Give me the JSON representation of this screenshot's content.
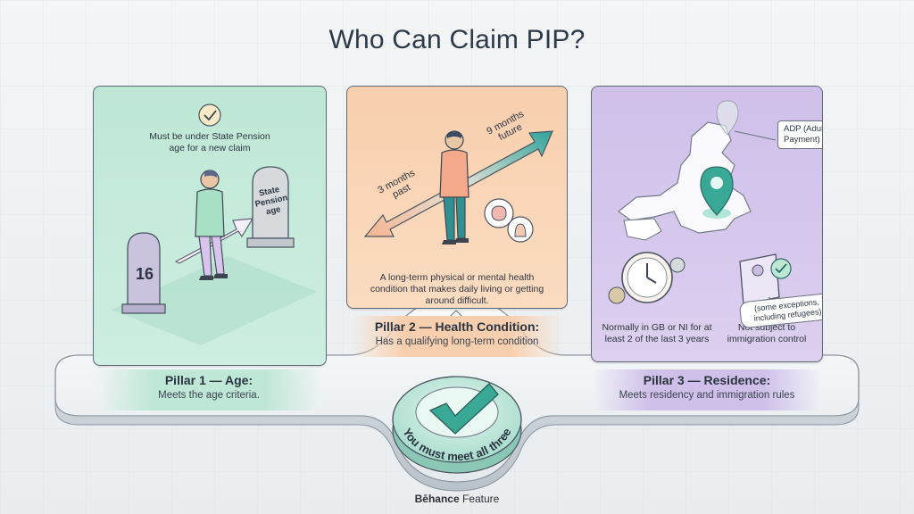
{
  "title": "Who Can Claim PIP?",
  "pillar1": {
    "note": "Must be under State Pension age for a new claim",
    "milestone_16": "16",
    "milestone_pension": [
      "State",
      "Pension",
      "age"
    ],
    "heading": "Pillar 1 — Age:",
    "subtext": "Meets the age criteria."
  },
  "pillar2": {
    "past_label": [
      "3 months",
      "past"
    ],
    "future_label": [
      "9 months",
      "future"
    ],
    "description": "A long-term physical or mental health condition that makes daily living or getting around difficult.",
    "heading": "Pillar 2 — Health Condition:",
    "subtext": "Has a qualifying long-term condition"
  },
  "pillar3": {
    "adp_callout": "ADP (Adult Disability Payment) instead",
    "residence_note": "Normally in GB or NI for at least 2 of the last 3 years",
    "immigration_note": "Not subject to immigration control",
    "exceptions_tag": "(some exceptions, including refugees)",
    "heading": "Pillar 3 — Residence:",
    "subtext": "Meets residency and immigration rules"
  },
  "center": {
    "ring_text": "You must meet all three"
  },
  "footer": {
    "brand": "Bēhance",
    "suffix": " Feature"
  },
  "colors": {
    "green": "#bfe7d6",
    "orange": "#f8cfae",
    "purple": "#cfc0ea",
    "teal": "#3aa896"
  }
}
